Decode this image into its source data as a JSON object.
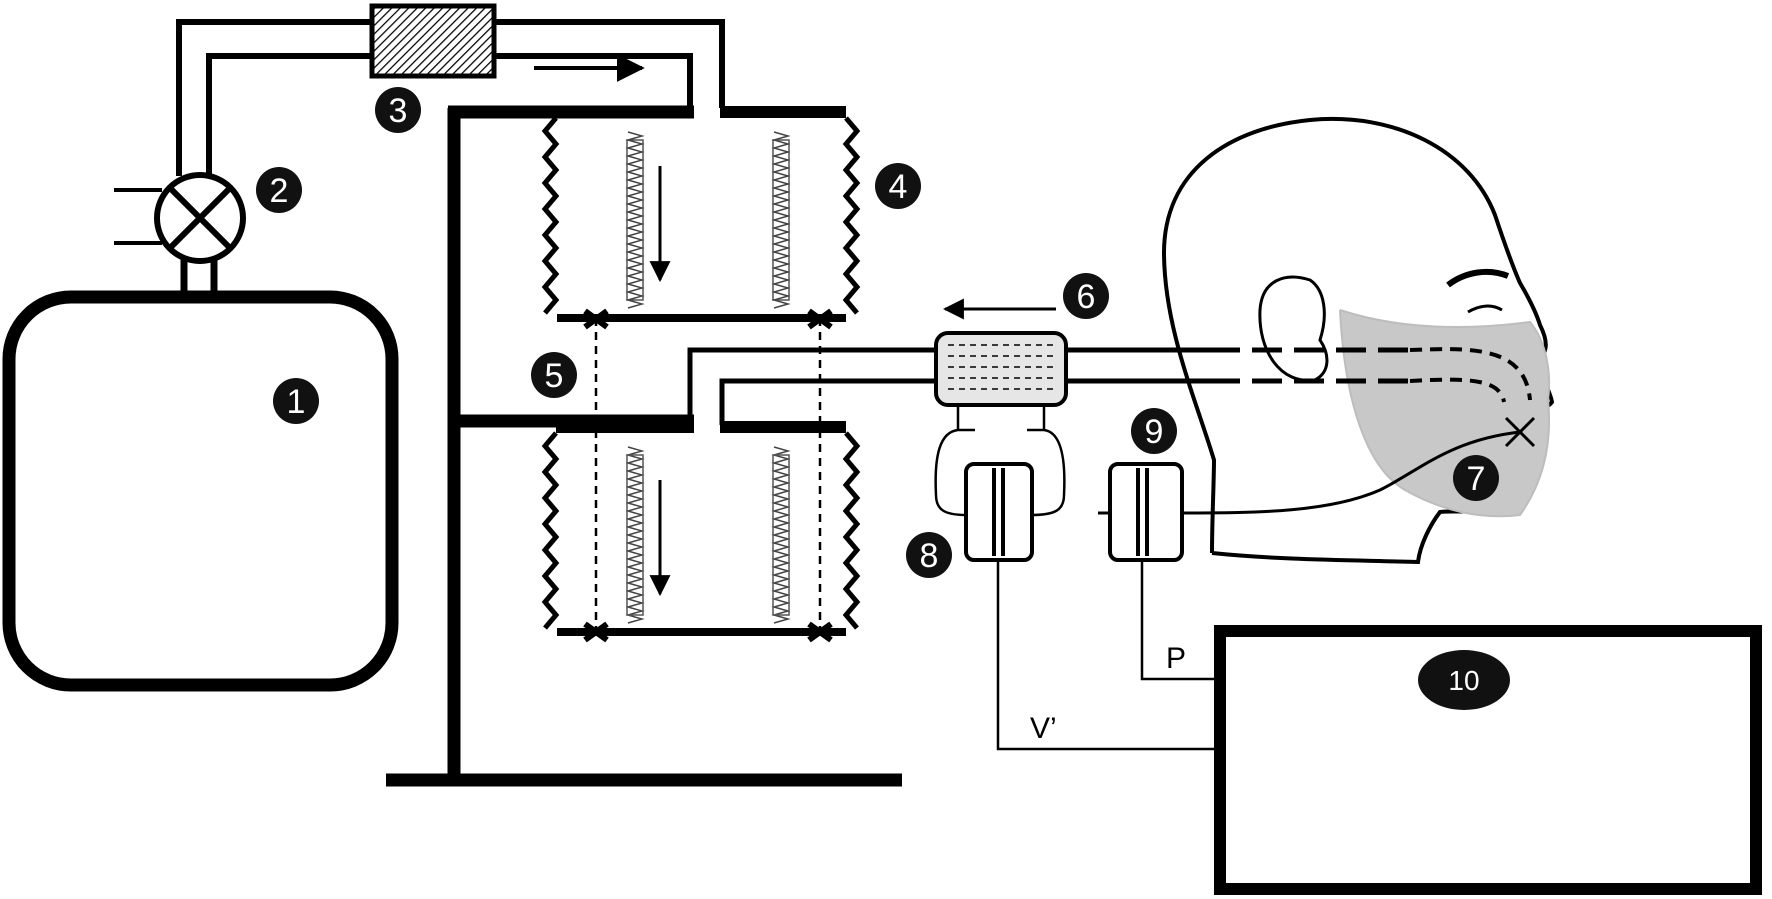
{
  "badges": [
    "1",
    "2",
    "3",
    "4",
    "5",
    "6",
    "7",
    "8",
    "9",
    "10"
  ],
  "signals": {
    "pressure": "P",
    "flow": "V’"
  },
  "colors": {
    "line": "#000000",
    "badge_fill": "#111111",
    "mask": "#c8c8c8",
    "filter_fill": "#e6e6e6"
  }
}
